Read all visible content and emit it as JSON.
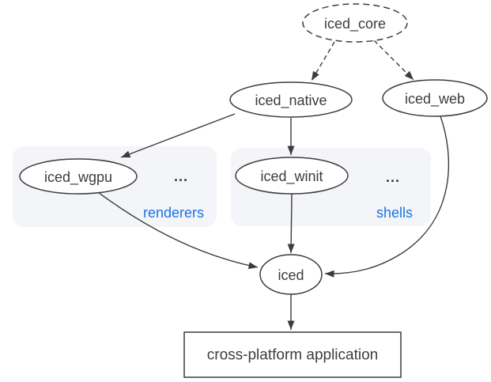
{
  "diagram": {
    "type": "dependency-graph",
    "colors": {
      "background": "#ffffff",
      "stroke": "#3c3c3c",
      "text": "#3c3c3c",
      "node_fill": "#ffffff",
      "group_fill": "#f4f5f8",
      "group_label": "#1a73e8"
    },
    "nodes": {
      "iced_core": {
        "label": "iced_core",
        "shape": "ellipse",
        "border": "dashed"
      },
      "iced_native": {
        "label": "iced_native",
        "shape": "ellipse",
        "border": "solid"
      },
      "iced_web": {
        "label": "iced_web",
        "shape": "ellipse",
        "border": "solid"
      },
      "iced_wgpu": {
        "label": "iced_wgpu",
        "shape": "ellipse",
        "border": "solid",
        "group": "renderers"
      },
      "iced_winit": {
        "label": "iced_winit",
        "shape": "ellipse",
        "border": "solid",
        "group": "shells"
      },
      "iced": {
        "label": "iced",
        "shape": "ellipse",
        "border": "solid"
      },
      "app": {
        "label": "cross-platform application",
        "shape": "rect",
        "border": "solid"
      }
    },
    "groups": {
      "renderers": {
        "label": "renderers",
        "ellipsis": "..."
      },
      "shells": {
        "label": "shells",
        "ellipsis": "..."
      }
    },
    "edges": [
      {
        "from": "iced_core",
        "to": "iced_native",
        "style": "dashed"
      },
      {
        "from": "iced_core",
        "to": "iced_web",
        "style": "dashed"
      },
      {
        "from": "iced_native",
        "to": "iced_wgpu",
        "style": "solid"
      },
      {
        "from": "iced_native",
        "to": "iced_winit",
        "style": "solid"
      },
      {
        "from": "iced_wgpu",
        "to": "iced",
        "style": "solid"
      },
      {
        "from": "iced_winit",
        "to": "iced",
        "style": "solid"
      },
      {
        "from": "iced_web",
        "to": "iced",
        "style": "solid"
      },
      {
        "from": "iced",
        "to": "app",
        "style": "solid"
      }
    ]
  }
}
